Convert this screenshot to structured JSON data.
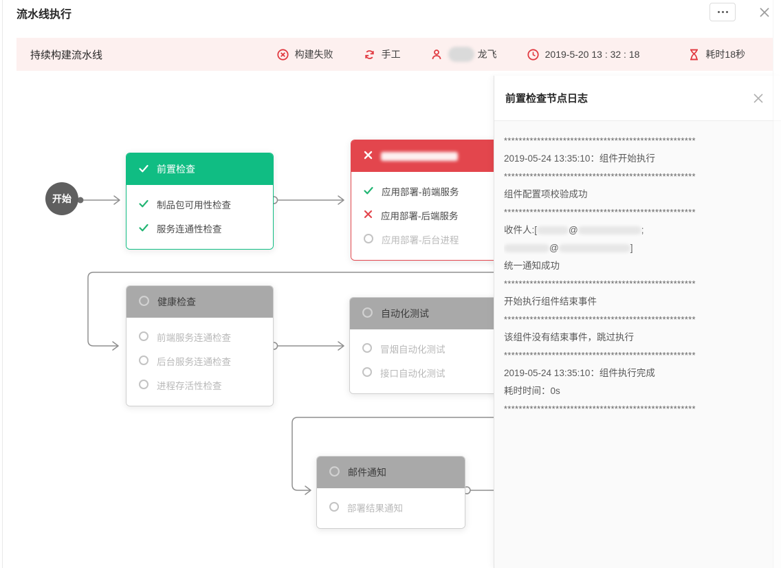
{
  "page": {
    "title": "流水线执行"
  },
  "icons": {
    "more": "•••",
    "close": "✕",
    "build_failed": "circle-x",
    "trigger": "refresh",
    "executor": "user",
    "time": "clock",
    "duration": "hourglass",
    "success": "✓",
    "failed": "✕",
    "pending": "○"
  },
  "colors": {
    "accent_red": "#e13a41",
    "pink_bar": "#fdf0ef",
    "success_green": "#10bd83",
    "failed_red": "#e3464d",
    "pending_grey": "#a9a9a9",
    "line_grey": "#8f8f8f"
  },
  "status_bar": {
    "pipeline_name": "持续构建流水线",
    "build_status": "构建失败",
    "trigger_mode": "手工",
    "executor_visible": "龙飞",
    "datetime": "2019-5-20 13 : 32 : 18",
    "duration": "耗时18秒"
  },
  "flow": {
    "start_label": "开始",
    "nodes": [
      {
        "title": "前置检查",
        "state": "success",
        "items": [
          {
            "icon": "check",
            "label": "制品包可用性检查"
          },
          {
            "icon": "check",
            "label": "服务连通性检查"
          }
        ]
      },
      {
        "title": "",
        "state": "failed",
        "title_redacted": true,
        "items": [
          {
            "icon": "check",
            "label": "应用部署-前端服务"
          },
          {
            "icon": "cross",
            "label": "应用部署-后端服务"
          },
          {
            "icon": "pending",
            "label": "应用部署-后台进程"
          }
        ]
      },
      {
        "title": "健康检查",
        "state": "pending",
        "items": [
          {
            "icon": "pending",
            "label": "前端服务连通检查"
          },
          {
            "icon": "pending",
            "label": "后台服务连通检查"
          },
          {
            "icon": "pending",
            "label": "进程存活性检查"
          }
        ]
      },
      {
        "title": "自动化测试",
        "state": "pending",
        "items": [
          {
            "icon": "pending",
            "label": "冒烟自动化测试"
          },
          {
            "icon": "pending",
            "label": "接口自动化测试"
          }
        ]
      },
      {
        "title": "邮件通知",
        "state": "pending",
        "items": [
          {
            "icon": "pending",
            "label": "部署结果通知"
          }
        ]
      }
    ]
  },
  "log_panel": {
    "title": "前置检查节点日志",
    "stars": "****************************************************",
    "line_start": "2019-05-24 13:35:10：组件开始执行",
    "line_config_ok": "组件配置项校验成功",
    "recipients": {
      "prefix": "收件人:[",
      "at1": "@",
      "sep": ";",
      "at2": "@",
      "end": "]"
    },
    "line_notify_ok": "统一通知成功",
    "line_end_event_start": "开始执行组件结束事件",
    "line_no_end_event": "该组件没有结束事件，跳过执行",
    "line_complete": "2019-05-24 13:35:10：组件执行完成",
    "line_elapsed": "耗时时间：0s"
  }
}
